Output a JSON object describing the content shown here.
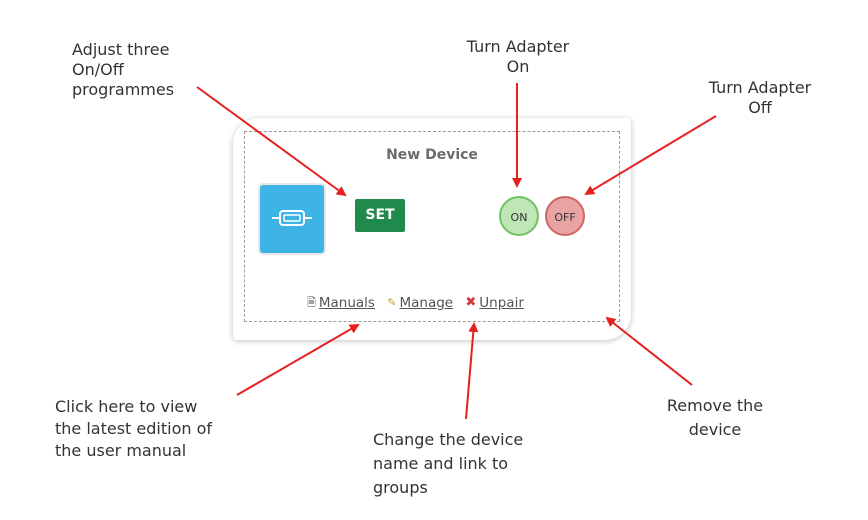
{
  "annotations": {
    "adjust": [
      "Adjust three",
      "On/Off",
      "programmes"
    ],
    "turn_on": [
      "Turn Adapter",
      "On"
    ],
    "turn_off": [
      "Turn Adapter",
      "Off"
    ],
    "manuals": [
      "Click here to view",
      "the latest edition of",
      "the user manual"
    ],
    "manage": [
      "Change the device",
      "name and link to",
      "groups"
    ],
    "unpair": [
      "Remove the",
      "device"
    ]
  },
  "card": {
    "title": "New Device",
    "set_label": "SET",
    "on_label": "ON",
    "off_label": "OFF",
    "links": {
      "manuals": "Manuals",
      "manage": "Manage",
      "unpair": "Unpair"
    }
  },
  "colors": {
    "arrow": "#e62020",
    "set_bg": "#1f8a4c",
    "icon_bg": "#3db3e6",
    "on_bg": "#bfe6b6",
    "off_bg": "#e8a3a3"
  },
  "icons": {
    "device": "adapter-plug-icon",
    "manuals": "document-icon",
    "manage": "pencil-icon",
    "unpair": "close-x-icon"
  }
}
